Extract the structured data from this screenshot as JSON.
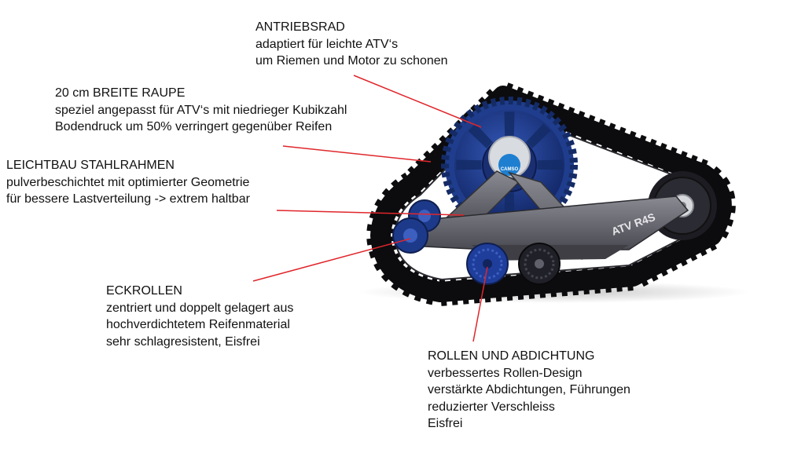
{
  "colors": {
    "track": "#0c0c0e",
    "sprocket": "#1f3d8c",
    "sprocket_dark": "#142b66",
    "frame": "#6b6b72",
    "frame_dark": "#3e3e44",
    "leader_line": "#e0262b",
    "hub": "#d8dbe0"
  },
  "callouts": {
    "antriebsrad": {
      "title": "ANTRIEBSRAD",
      "lines": [
        "adaptiert für leichte ATV‘s",
        "um Riemen und Motor zu schonen"
      ]
    },
    "raupe": {
      "title": "20 cm BREITE RAUPE",
      "lines": [
        "speziel angepasst für ATV‘s mit niedrieger Kubikzahl",
        "Bodendruck um 50% verringert gegenüber Reifen"
      ]
    },
    "rahmen": {
      "title": "LEICHTBAU STAHLRAHMEN",
      "lines": [
        "pulverbeschichtet mit optimierter Geometrie",
        "für bessere Lastverteilung -> extrem haltbar"
      ]
    },
    "eckrollen": {
      "title": "ECKROLLEN",
      "lines": [
        "zentriert und doppelt gelagert aus",
        "hochverdichtetem Reifenmaterial",
        "sehr schlagresistent, Eisfrei"
      ]
    },
    "rollen": {
      "title": "ROLLEN UND ABDICHTUNG",
      "lines": [
        "verbessertes Rollen-Design",
        "verstärkte Abdichtungen, Führungen",
        "reduzierter Verschleiss",
        "Eisfrei"
      ]
    }
  },
  "product": {
    "model_text": "ATV R4S",
    "brand_text": "CAMSO"
  }
}
